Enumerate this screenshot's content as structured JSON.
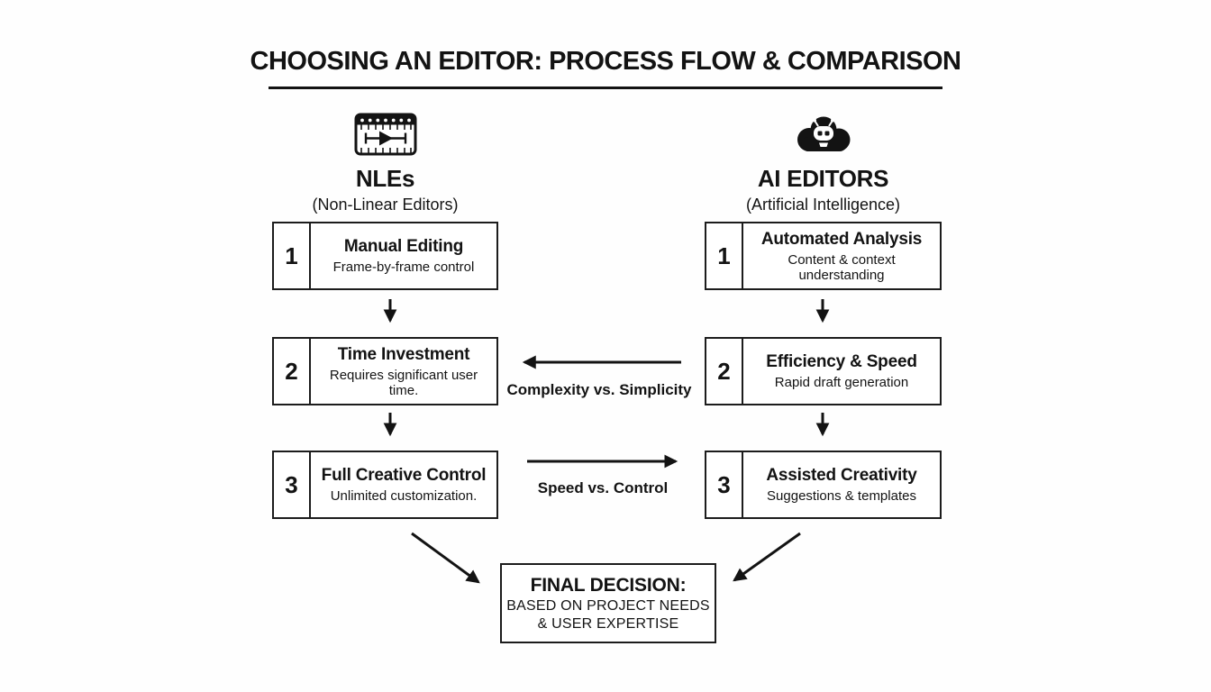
{
  "title": "CHOOSING AN EDITOR: PROCESS FLOW & COMPARISON",
  "columns": {
    "nle": {
      "icon": "film-strip-icon",
      "title": "NLEs",
      "subtitle": "(Non-Linear Editors)",
      "steps": [
        {
          "num": "1",
          "title": "Manual Editing",
          "desc": "Frame-by-frame control"
        },
        {
          "num": "2",
          "title": "Time Investment",
          "desc": "Requires significant user time."
        },
        {
          "num": "3",
          "title": "Full Creative Control",
          "desc": "Unlimited customization."
        }
      ]
    },
    "ai": {
      "icon": "cloud-robot-icon",
      "title": "AI EDITORS",
      "subtitle": "(Artificial Intelligence)",
      "steps": [
        {
          "num": "1",
          "title": "Automated Analysis",
          "desc": "Content & context understanding"
        },
        {
          "num": "2",
          "title": "Efficiency & Speed",
          "desc": "Rapid draft generation"
        },
        {
          "num": "3",
          "title": "Assisted Creativity",
          "desc": "Suggestions & templates"
        }
      ]
    }
  },
  "comparisons": [
    {
      "label": "Complexity vs. Simplicity",
      "direction": "right-to-left"
    },
    {
      "label": "Speed vs. Control",
      "direction": "left-to-right"
    }
  ],
  "final_decision": {
    "title": "FINAL DECISION:",
    "line1": "BASED ON PROJECT NEEDS",
    "line2": "& USER EXPERTISE"
  },
  "colors": {
    "ink": "#131313",
    "background": "#ffffff"
  }
}
